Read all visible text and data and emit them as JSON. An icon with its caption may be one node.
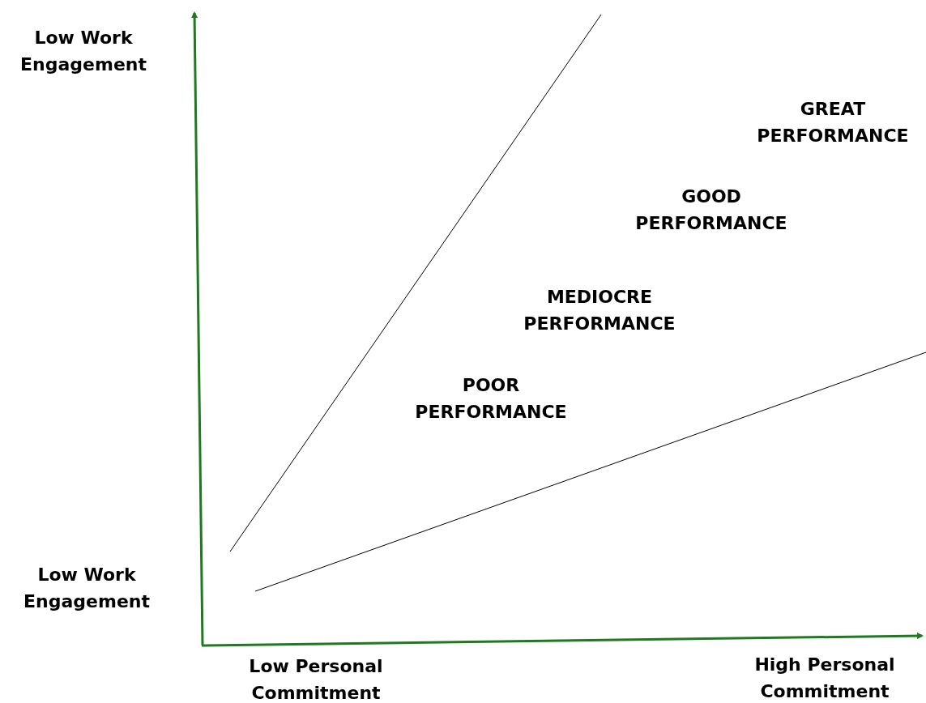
{
  "diagram": {
    "labels": [
      "Low Work Engagement",
      "GREAT PERFORMANCE",
      "GOOD PERFORMANCE",
      "MEDIOCRE PERFORMANCE",
      "POOR PERFORMANCE",
      "Low Work Engagement",
      "Low Personal Commitment",
      "High Personal Commitment"
    ]
  }
}
